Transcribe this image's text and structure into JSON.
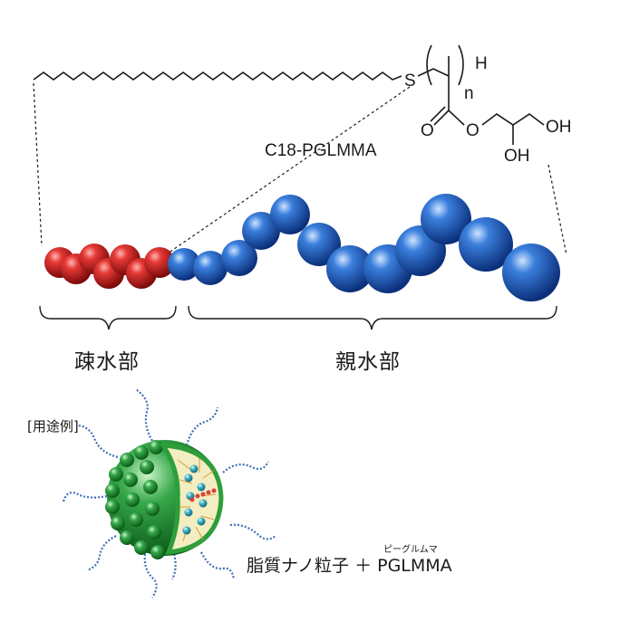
{
  "structure": {
    "sulfur": "S",
    "hydrogen_end": "H",
    "repeat_n": "n",
    "carbonyl_o": "O",
    "ester_o": "O",
    "oh_top": "OH",
    "oh_bottom": "OH",
    "polymer_name": "C18-PGLMMA"
  },
  "chain": {
    "hydrophobic_label": "疎水部",
    "hydrophilic_label": "親水部"
  },
  "usage": {
    "heading": "[用途例]",
    "caption": "脂質ナノ粒子 ＋ PGLMMA",
    "furigana": "ピーグルムマ"
  },
  "colors": {
    "hydrophobic_bead": "#c8181c",
    "hydrophilic_bead": "#1f5fbf",
    "lipid_head": "#2e9e3a",
    "peg_tail": "#3f6fb5",
    "core": "#f3edc2",
    "line": "#1a1a1a"
  }
}
